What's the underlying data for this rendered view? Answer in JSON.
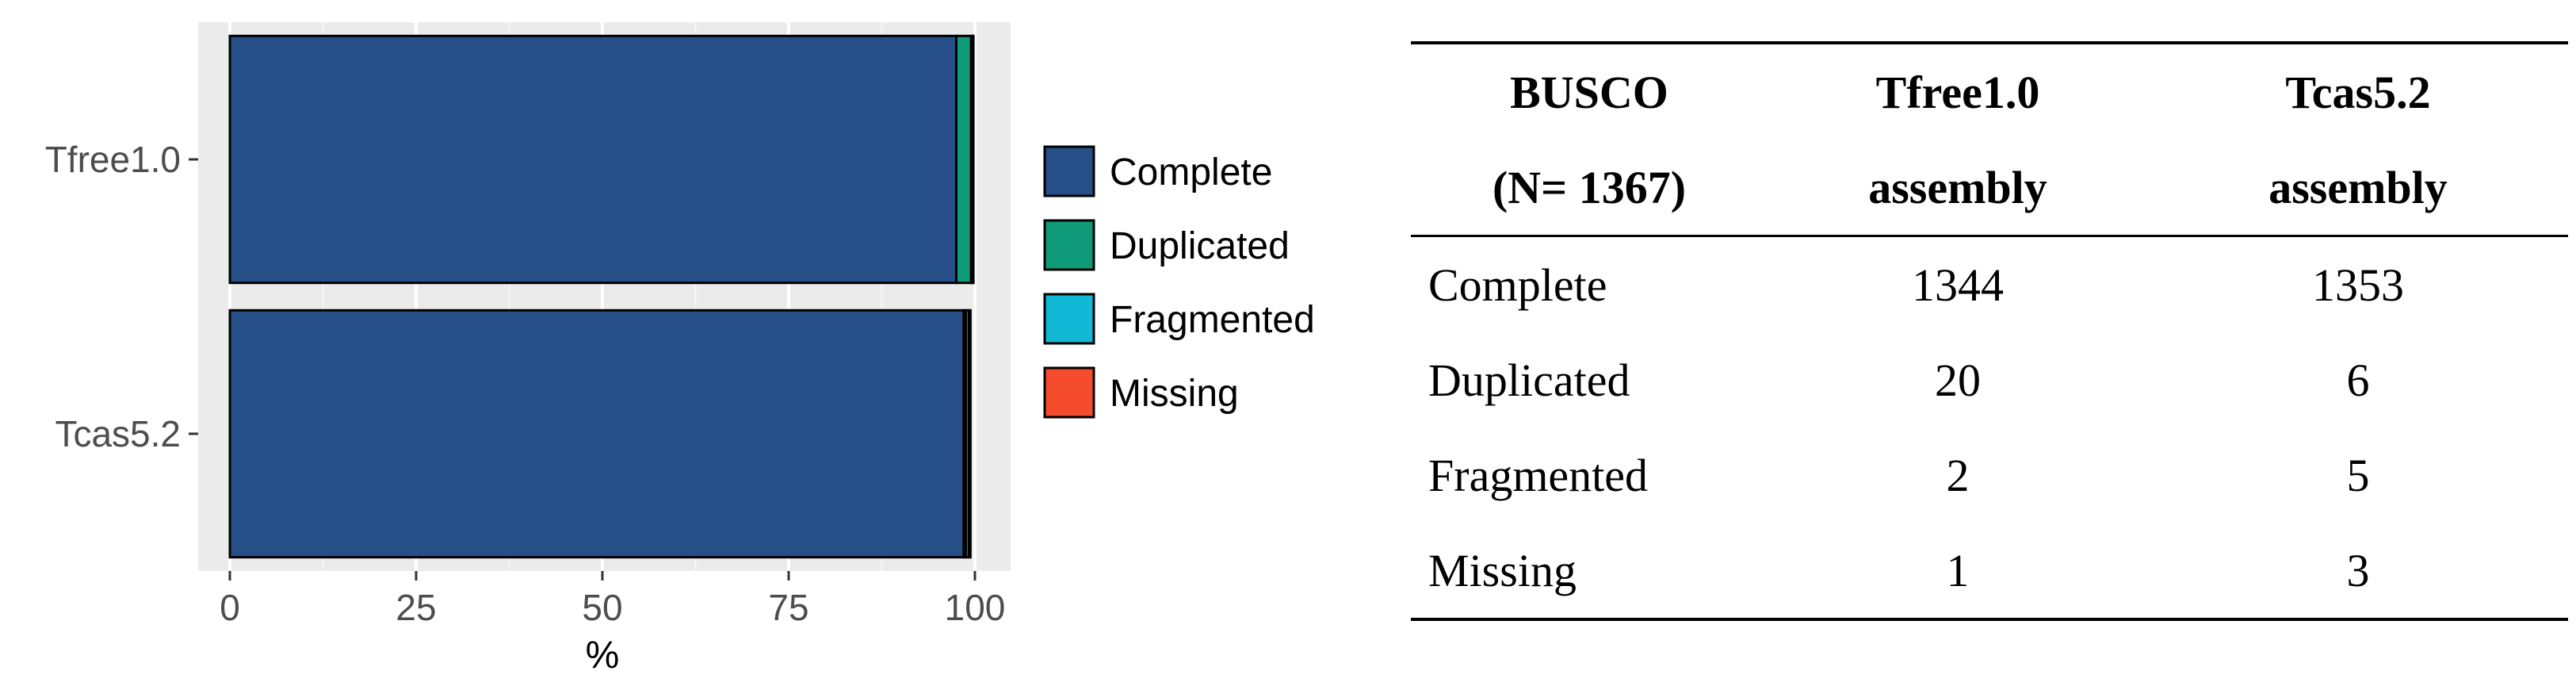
{
  "chart_data": {
    "type": "bar",
    "orientation": "horizontal",
    "stacked": true,
    "categories": [
      "Tfree1.0",
      "Tcas5.2"
    ],
    "series": [
      {
        "name": "Complete",
        "color": "#264f87",
        "values": [
          97.5,
          98.5
        ]
      },
      {
        "name": "Duplicated",
        "color": "#0f9a7a",
        "values": [
          2.0,
          0.3
        ]
      },
      {
        "name": "Fragmented",
        "color": "#12b9d6",
        "values": [
          0.2,
          0.4
        ]
      },
      {
        "name": "Missing",
        "color": "#f44c2c",
        "values": [
          0.1,
          0.2
        ]
      }
    ],
    "xlabel": "%",
    "ylabel": "",
    "xlim": [
      0,
      100
    ],
    "xticks": [
      0,
      25,
      50,
      75,
      100
    ],
    "grid": true,
    "legend": "right"
  },
  "table": {
    "header_top": [
      "BUSCO",
      "Tfree1.0",
      "Tcas5.2"
    ],
    "header_bottom": [
      "(N= 1367)",
      "assembly",
      "assembly"
    ],
    "rows": [
      {
        "label": "Complete",
        "tfree": "1344",
        "tcas": "1353"
      },
      {
        "label": "Duplicated",
        "tfree": "20",
        "tcas": "6"
      },
      {
        "label": "Fragmented",
        "tfree": "2",
        "tcas": "5"
      },
      {
        "label": "Missing",
        "tfree": "1",
        "tcas": "3"
      }
    ]
  }
}
